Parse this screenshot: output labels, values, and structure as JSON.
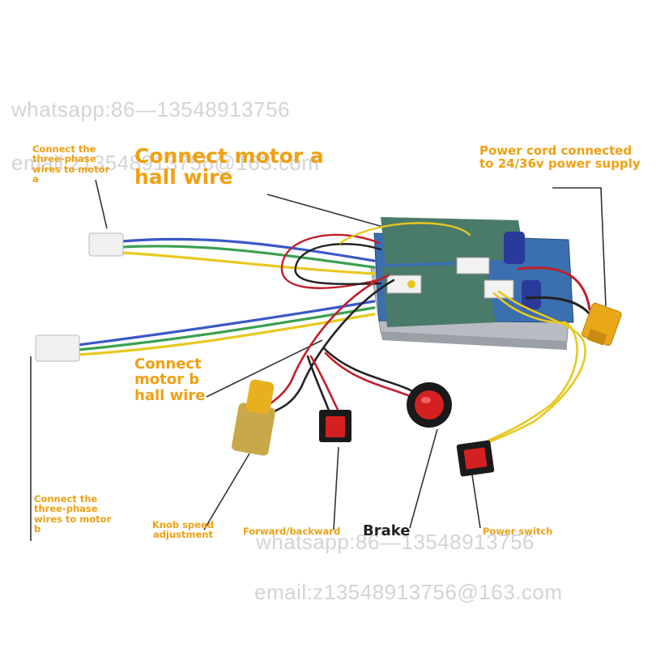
{
  "watermarks": {
    "top": "whatsapp:86—13548913756",
    "second": "email:z13548913756@163.com",
    "middle": "whatsapp:86—13548913756",
    "bottom": "email:z13548913756@163.com"
  },
  "labels": {
    "motor_a_phase": "Connect the three-phase wires to motor a",
    "motor_a_hall": "Connect motor a hall wire",
    "power_cord": "Power cord connected to 24/36v power supply",
    "motor_b_hall": "Connect motor b hall wire",
    "motor_b_phase": "Connect the three-phase wires to motor b",
    "knob": "Knob speed adjustment",
    "direction": "Forward/backward",
    "brake": "Brake",
    "power_switch": "Power switch"
  },
  "colors": {
    "label": "#f0a012",
    "board": "#4a7a6a",
    "wire_yellow": "#e8c820",
    "wire_green": "#3aa050",
    "wire_blue": "#3a58c8",
    "wire_red": "#c0202a",
    "wire_black": "#222222"
  }
}
